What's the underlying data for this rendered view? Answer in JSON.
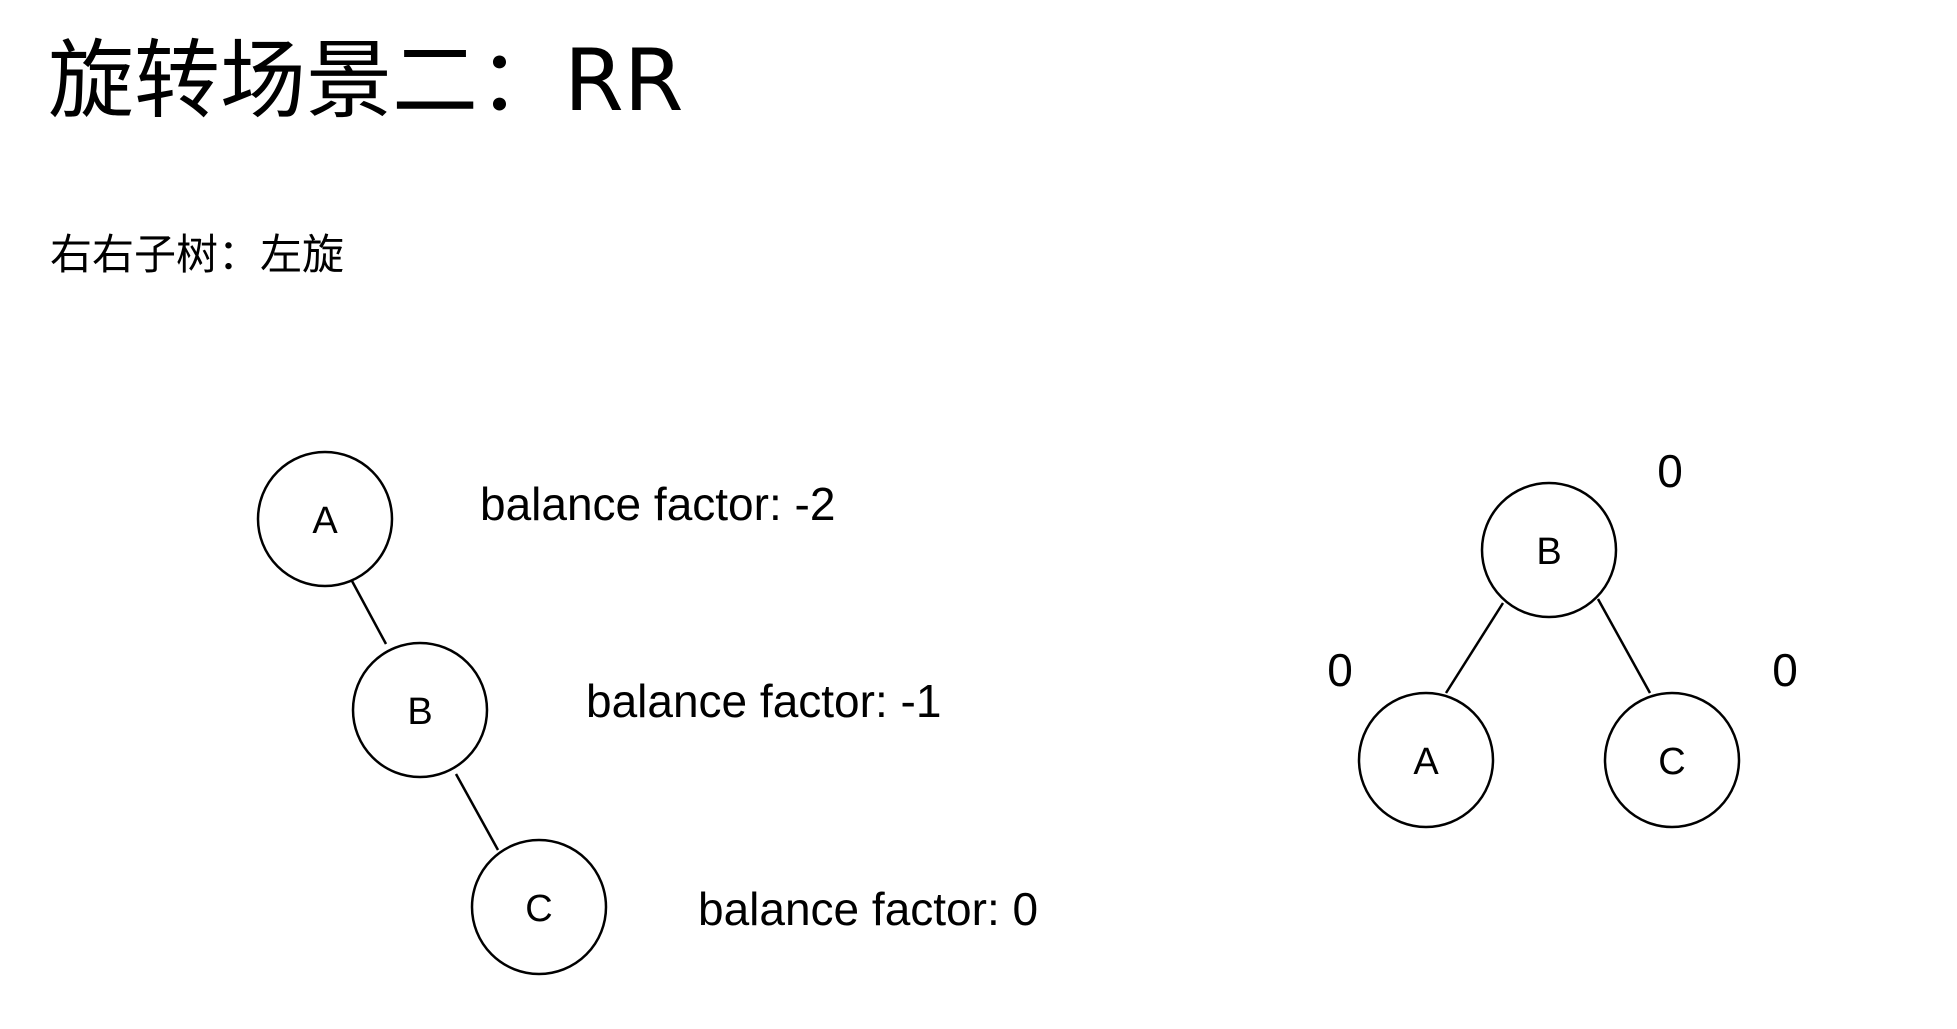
{
  "title": "旋转场景二：RR",
  "subtitle": "右右子树：左旋",
  "before_tree": {
    "nodes": [
      {
        "label": "A",
        "balance_text": "balance factor: -2"
      },
      {
        "label": "B",
        "balance_text": "balance factor: -1"
      },
      {
        "label": "C",
        "balance_text": "balance factor: 0"
      }
    ]
  },
  "after_tree": {
    "nodes": [
      {
        "label": "B",
        "balance": "0"
      },
      {
        "label": "A",
        "balance": "0"
      },
      {
        "label": "C",
        "balance": "0"
      }
    ]
  }
}
